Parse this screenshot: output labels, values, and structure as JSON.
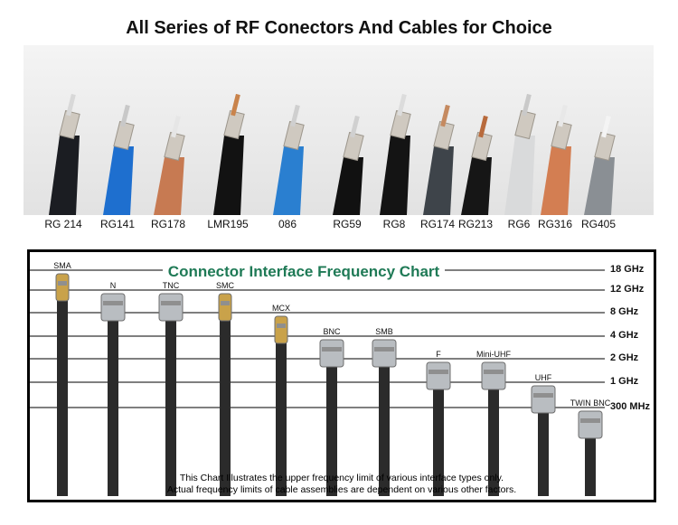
{
  "title": "All Series of RF Conectors And Cables for Choice",
  "cables": [
    {
      "label": "RG 214",
      "jacket": "#1b1d22",
      "core": "#d8d8d8"
    },
    {
      "label": "RG141",
      "jacket": "#1e6fcf",
      "core": "#c8c8c8"
    },
    {
      "label": "RG178",
      "jacket": "#c77a52",
      "core": "#e6e6e6"
    },
    {
      "label": "LMR195",
      "jacket": "#121212",
      "core": "#c9834b"
    },
    {
      "label": "086",
      "jacket": "#2a7fd0",
      "core": "#cfcfcf"
    },
    {
      "label": "RG59",
      "jacket": "#111111",
      "core": "#d0d0d0"
    },
    {
      "label": "RG8",
      "jacket": "#141414",
      "core": "#dcdcdc"
    },
    {
      "label": "RG174",
      "jacket": "#3e444a",
      "core": "#c58a60"
    },
    {
      "label": "RG213",
      "jacket": "#161616",
      "core": "#b86a3c"
    },
    {
      "label": "RG6",
      "jacket": "#d9dadb",
      "core": "#c9c9c9"
    },
    {
      "label": "RG316",
      "jacket": "#d37e52",
      "core": "#e8e8e8"
    },
    {
      "label": "RG405",
      "jacket": "#8a8f94",
      "core": "#f4f4f4"
    }
  ],
  "chart": {
    "title": "Connector Interface Frequency Chart",
    "frequencies": [
      "18 GHz",
      "12 GHz",
      "8 GHz",
      "4 GHz",
      "2 GHz",
      "1 GHz",
      "300 MHz"
    ],
    "connectors": [
      {
        "label": "SMA",
        "level": "18 GHz",
        "finish": "gold"
      },
      {
        "label": "N",
        "level": "12 GHz",
        "finish": "silver"
      },
      {
        "label": "TNC",
        "level": "12 GHz",
        "finish": "silver"
      },
      {
        "label": "SMC",
        "level": "12 GHz",
        "finish": "gold"
      },
      {
        "label": "MCX",
        "level": "8 GHz",
        "finish": "gold"
      },
      {
        "label": "BNC",
        "level": "4 GHz",
        "finish": "silver"
      },
      {
        "label": "SMB",
        "level": "4 GHz",
        "finish": "silver"
      },
      {
        "label": "F",
        "level": "2 GHz",
        "finish": "silver"
      },
      {
        "label": "Mini-UHF",
        "level": "2 GHz",
        "finish": "silver"
      },
      {
        "label": "UHF",
        "level": "1 GHz",
        "finish": "silver"
      },
      {
        "label": "TWIN BNC",
        "level": "300 MHz",
        "finish": "silver"
      }
    ],
    "footnote_line1": "This Chart Illustrates the upper frequency limit of various interface types only.",
    "footnote_line2": "Actual frequency limits of cable assemblies are dependent on various other factors.",
    "colors": {
      "title": "#1f7a56",
      "line": "#555555",
      "gold": "#c9a24a",
      "silver": "#b9bdc1",
      "cable": "#2b2b2b"
    }
  }
}
